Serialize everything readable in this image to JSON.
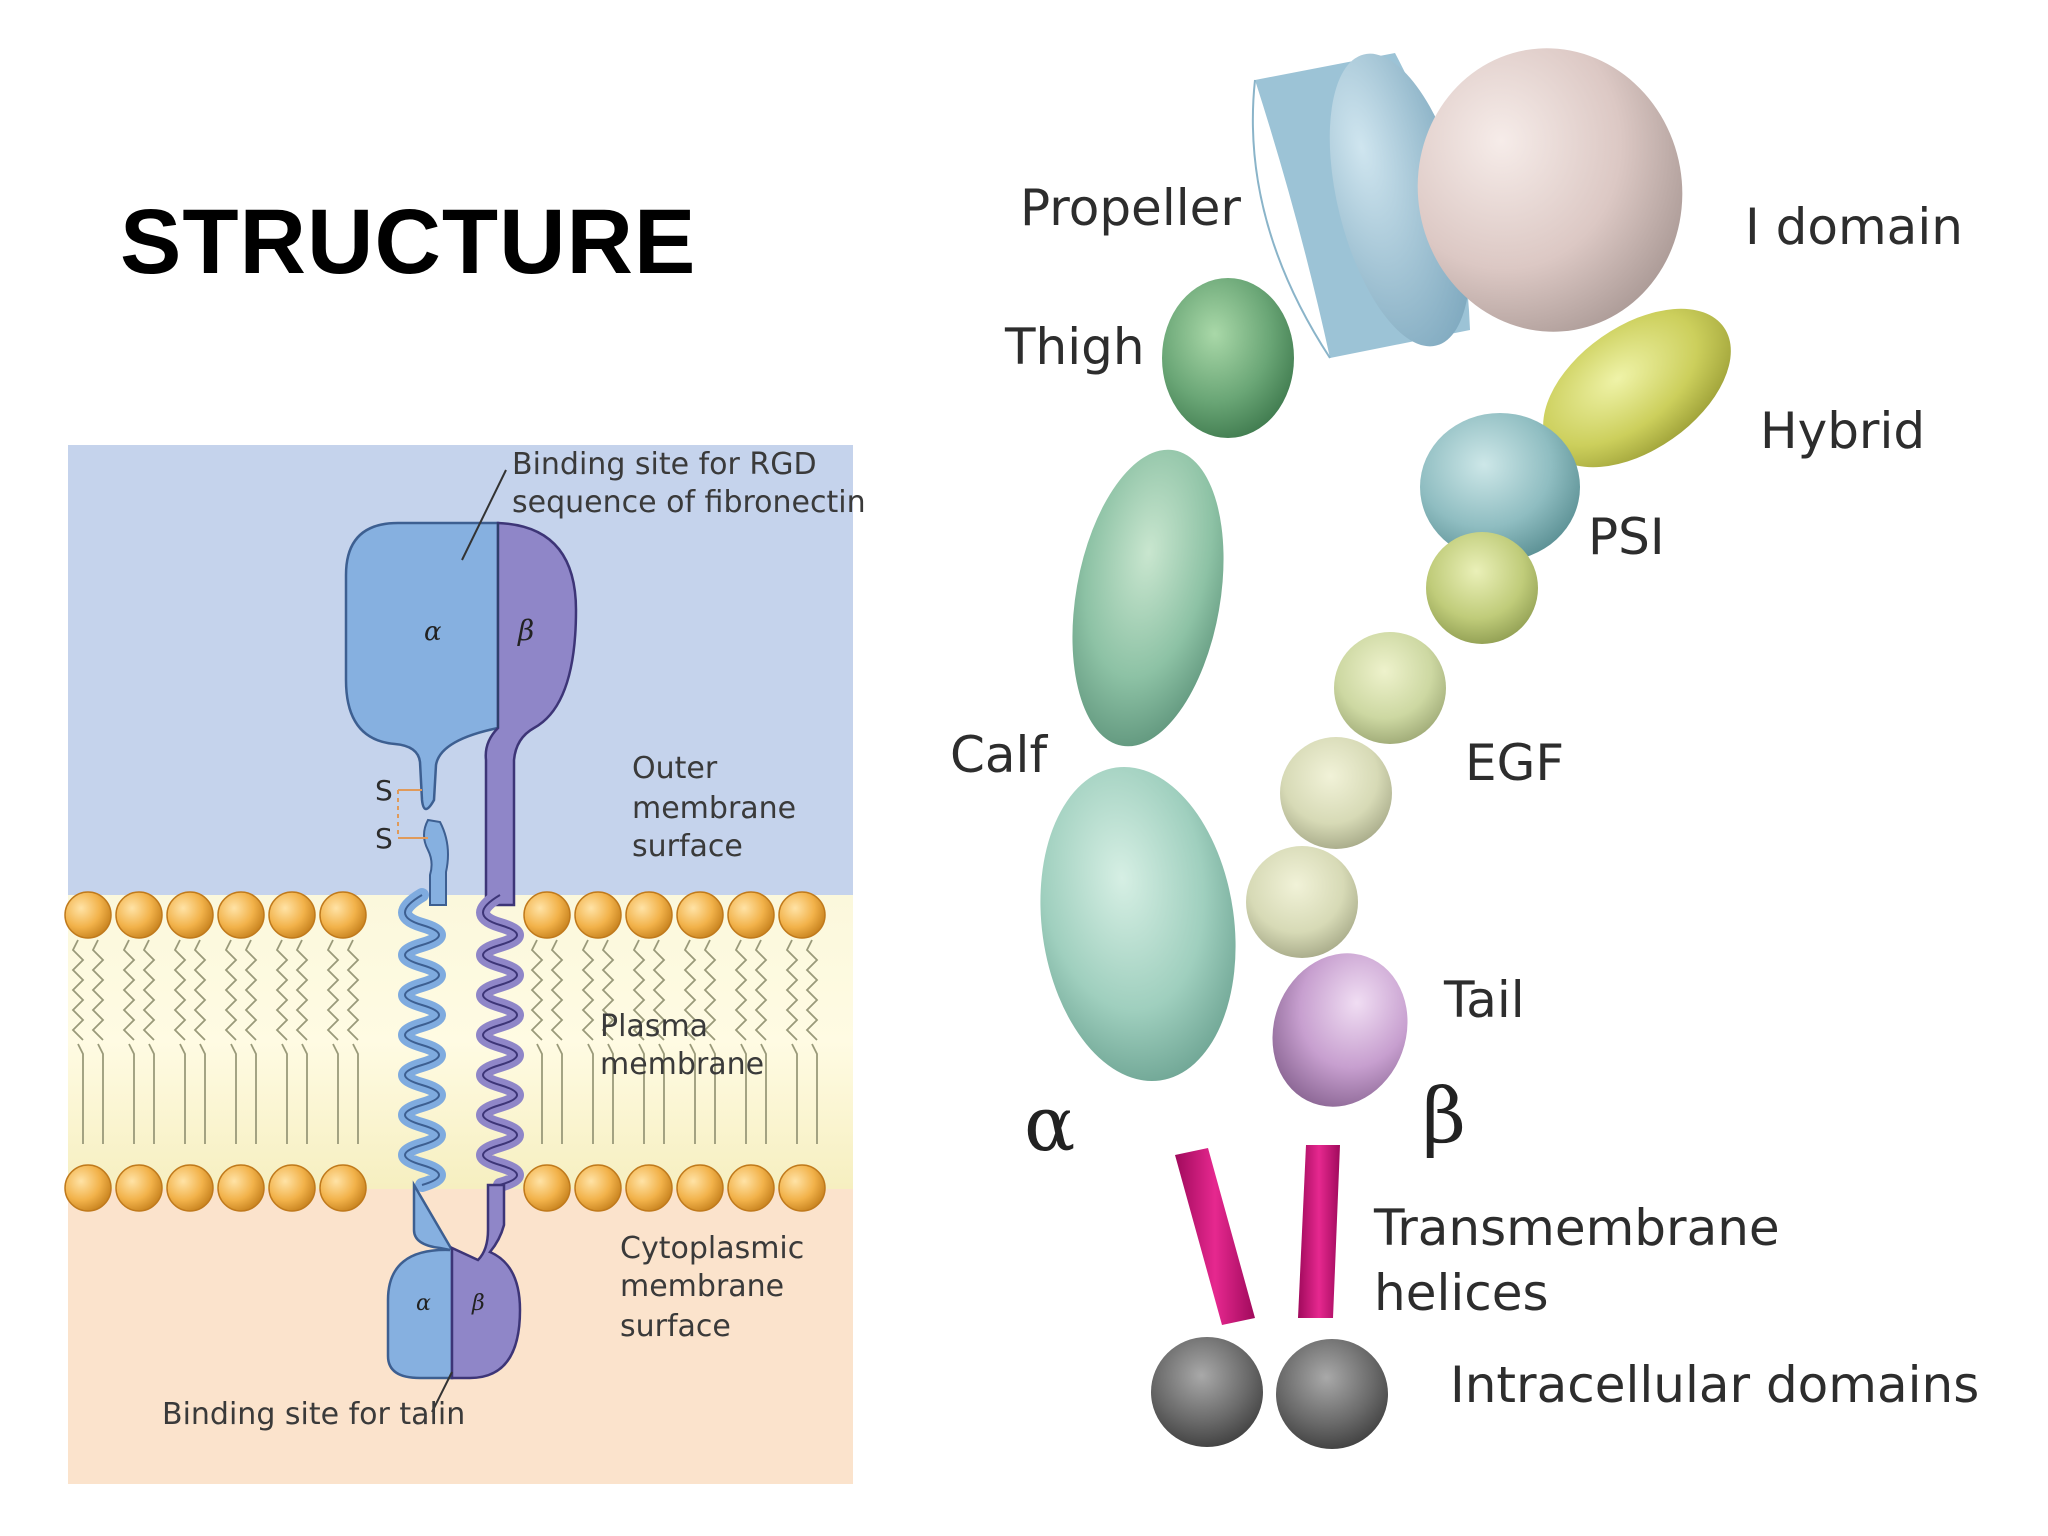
{
  "slide": {
    "title": "STRUCTURE"
  },
  "left_panel": {
    "rgd_line1": "Binding site for RGD",
    "rgd_line2": "sequence of fibronectin",
    "alpha": "α",
    "beta": "β",
    "disulfide_s1": "S",
    "disulfide_s2": "S",
    "outer_line1": "Outer",
    "outer_line2": "membrane",
    "outer_line3": "surface",
    "plasma_line1": "Plasma",
    "plasma_line2": "membrane",
    "cyto_line1": "Cytoplasmic",
    "cyto_line2": "membrane",
    "cyto_line3": "surface",
    "talin": "Binding site for talin",
    "alpha_small": "α",
    "beta_small": "β",
    "colors": {
      "outer": "#c5d3ec",
      "membrane": "#f9f5cf",
      "cytoplasm": "#fbe3cc",
      "lipid_head": "#f2b24a",
      "alpha_chain": "#7fabdf",
      "beta_chain": "#8f86c8"
    }
  },
  "right_panel": {
    "propeller": "Propeller",
    "i_domain": "I domain",
    "thigh": "Thigh",
    "hybrid": "Hybrid",
    "psi": "PSI",
    "calf": "Calf",
    "egf": "EGF",
    "tail": "Tail",
    "alpha": "α",
    "beta": "β",
    "tm_line1": "Transmembrane",
    "tm_line2": "helices",
    "intracellular": "Intracellular domains",
    "colors": {
      "propeller": "#9cc3d6",
      "i_domain": "#dcc8c4",
      "thigh": "#6aa676",
      "hybrid": "#cccf5c",
      "psi": "#8fbdc1",
      "calf": "#9fcfbe",
      "egf": "#cdd8a2",
      "tail": "#c79fcf",
      "helix": "#d0127a",
      "intracellular": "#6a6a6a"
    }
  }
}
